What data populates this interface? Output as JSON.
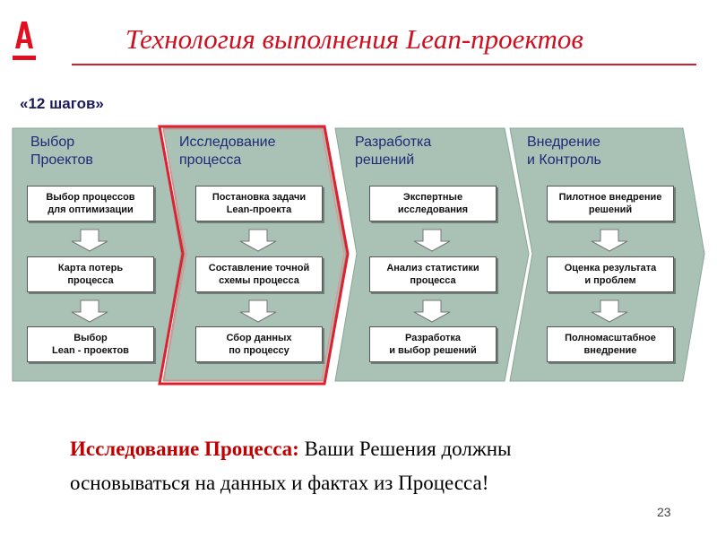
{
  "logo": {
    "letter": "А"
  },
  "header": {
    "title": "Технология выполнения Lean-проектов",
    "subtitle": "«12 шагов»"
  },
  "stages": [
    {
      "title_line1": "Выбор",
      "title_line2": "Проектов",
      "highlighted": false,
      "steps": [
        [
          "Выбор процессов",
          "для оптимизации"
        ],
        [
          "Карта потерь",
          "процесса"
        ],
        [
          "Выбор",
          "Lean - проектов"
        ]
      ]
    },
    {
      "title_line1": "Исследование",
      "title_line2": "процесса",
      "highlighted": true,
      "steps": [
        [
          "Постановка задачи",
          "Lean-проекта"
        ],
        [
          "Составление точной",
          "схемы процесса"
        ],
        [
          "Сбор данных",
          "по процессу"
        ]
      ]
    },
    {
      "title_line1": "Разработка",
      "title_line2": "решений",
      "highlighted": false,
      "steps": [
        [
          "Экспертные",
          "исследования"
        ],
        [
          "Анализ статистики",
          "процесса"
        ],
        [
          "Разработка",
          "и выбор решений"
        ]
      ]
    },
    {
      "title_line1": "Внедрение",
      "title_line2": "и Контроль",
      "highlighted": false,
      "steps": [
        [
          "Пилотное внедрение",
          "решений"
        ],
        [
          "Оценка результата",
          "и проблем"
        ],
        [
          "Полномасштабное",
          "внедрение"
        ]
      ]
    }
  ],
  "footer": {
    "bold": "Исследование Процесса:",
    "text1": " Ваши Решения должны",
    "text2": "основываться на данных и фактах из Процесса!"
  },
  "page_number": "23",
  "colors": {
    "accent": "#cc1020",
    "panel": "#a9c2b5",
    "stage_title": "#1e2a78"
  }
}
